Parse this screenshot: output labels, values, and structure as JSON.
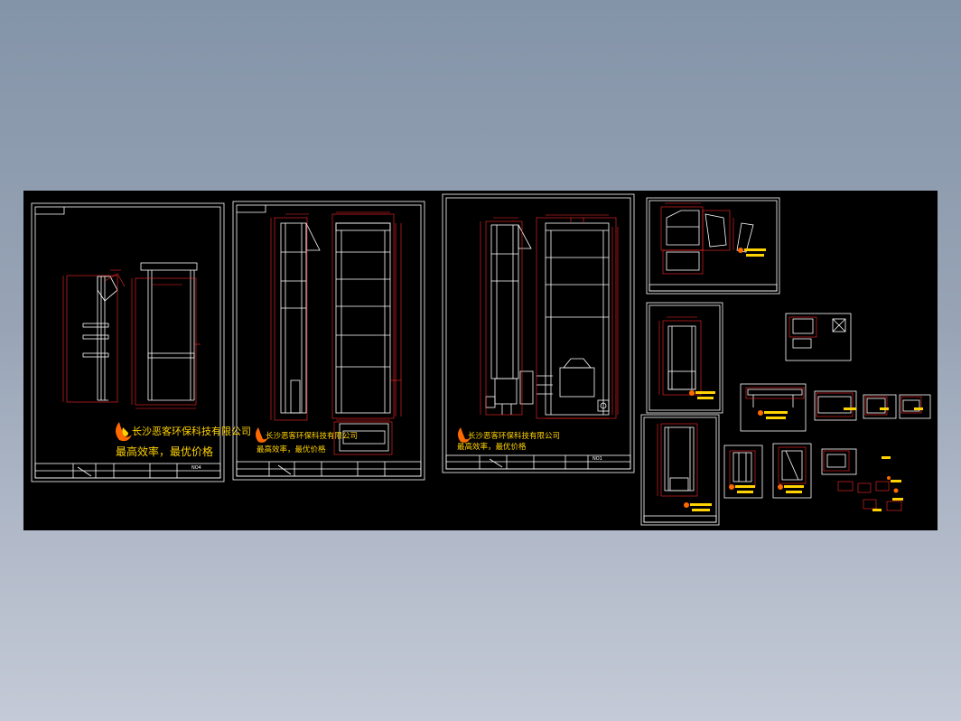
{
  "colors": {
    "background_top": "#8494a8",
    "background_bottom": "#c4cad6",
    "canvas": "#000000",
    "frame": "#ffffff",
    "dimension": "#ff2a2a",
    "logo_text": "#ffd200",
    "logo_flame": "#ff6a00"
  },
  "sheets": {
    "sheet1": {
      "company": "长沙恶客环保科技有限公司",
      "slogan": "最高效率，最优价格",
      "title_tag": "NO4"
    },
    "sheet2": {
      "company": "长沙恶客环保科技有限公司",
      "slogan": "最高效率，最优价格"
    },
    "sheet3": {
      "company": "长沙恶客环保科技有限公司",
      "slogan": "最高效率，最优价格",
      "title_tag": "NO1"
    }
  },
  "icons": {
    "logo": "flame-logo-icon"
  }
}
